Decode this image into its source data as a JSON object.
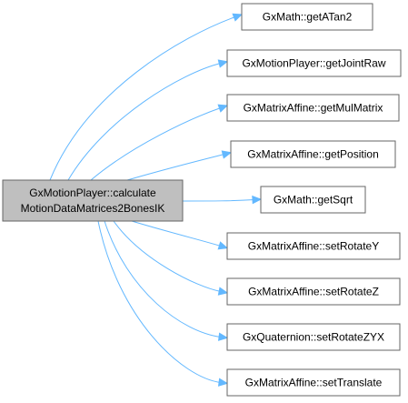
{
  "root": {
    "lines": [
      "GxMotionPlayer::calculate",
      "MotionDataMatrices2BonesIK"
    ]
  },
  "callees": [
    {
      "label": "GxMath::getATan2"
    },
    {
      "label": "GxMotionPlayer::getJointRaw"
    },
    {
      "label": "GxMatrixAffine::getMulMatrix"
    },
    {
      "label": "GxMatrixAffine::getPosition"
    },
    {
      "label": "GxMath::getSqrt"
    },
    {
      "label": "GxMatrixAffine::setRotateY"
    },
    {
      "label": "GxMatrixAffine::setRotateZ"
    },
    {
      "label": "GxQuaternion::setRotateZYX"
    },
    {
      "label": "GxMatrixAffine::setTranslate"
    }
  ],
  "colors": {
    "edge": "#63b8ff",
    "root_fill": "#bfbfbf",
    "node_fill": "#ffffff",
    "node_stroke": "#666666"
  }
}
